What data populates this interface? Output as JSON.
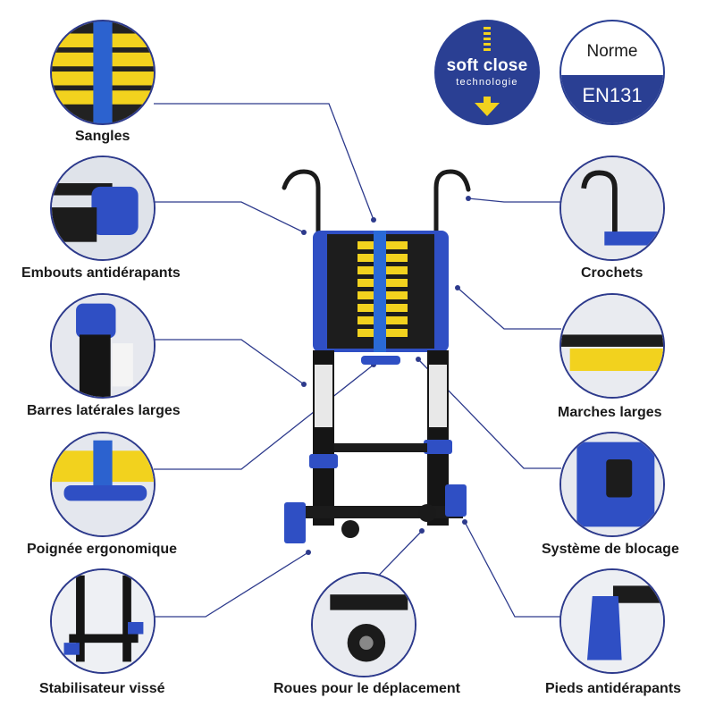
{
  "badges": {
    "soft_close_line1": "soft close",
    "soft_close_line2": "technologie",
    "norme_label": "Norme",
    "norme_value": "EN131"
  },
  "features": {
    "sangles": "Sangles",
    "embouts": "Embouts antidérapants",
    "barres": "Barres latérales larges",
    "poignee": "Poignée ergonomique",
    "stabilisateur": "Stabilisateur vissé",
    "roues": "Roues pour le déplacement",
    "crochets": "Crochets",
    "marches": "Marches larges",
    "blocage": "Système de blocage",
    "pieds": "Pieds antidérapants"
  },
  "colors": {
    "accent_blue": "#2a3f93",
    "ladder_blue": "#2f4fc4",
    "step_yellow": "#f2d21e",
    "frame_black": "#141414"
  }
}
